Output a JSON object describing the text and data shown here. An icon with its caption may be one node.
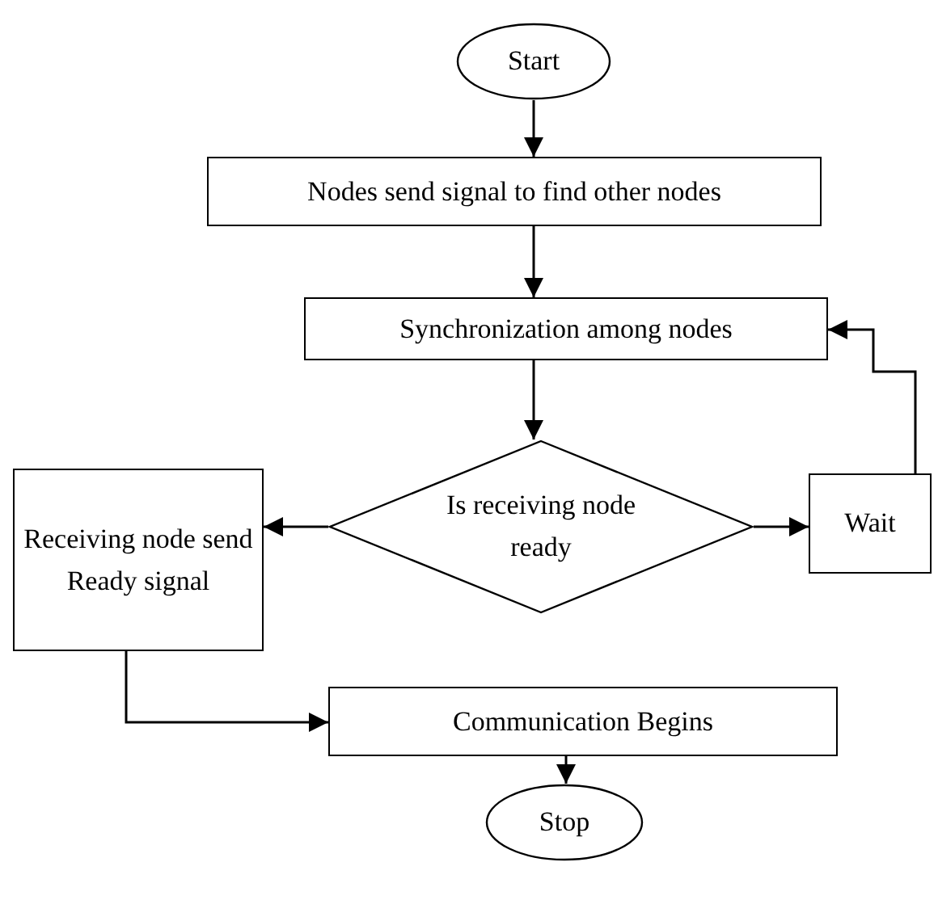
{
  "diagram": {
    "nodes": [
      {
        "text": [
          "Start"
        ]
      },
      {
        "text": [
          "Nodes send signal to find other nodes"
        ]
      },
      {
        "text": [
          "Synchronization among nodes"
        ]
      },
      {
        "text": [
          "Is receiving node ready"
        ]
      },
      {
        "text": [
          "Receiving node send Ready signal"
        ]
      },
      {
        "text": [
          "Wait"
        ]
      },
      {
        "text": [
          "Communication Begins"
        ]
      },
      {
        "text": [
          "Stop"
        ]
      }
    ],
    "edges": [
      {
        "from": 0,
        "to": 1,
        "arrow": "to"
      },
      {
        "from": 1,
        "to": 2,
        "arrow": "to"
      },
      {
        "from": 2,
        "to": 3,
        "arrow": "to"
      },
      {
        "from": 3,
        "to": 4,
        "arrow": "to"
      },
      {
        "from": 3,
        "to": 5,
        "arrow": "to"
      },
      {
        "from": 5,
        "to": 2,
        "arrow": "to"
      },
      {
        "from": 4,
        "to": 6,
        "arrow": "to"
      },
      {
        "from": 6,
        "to": 7,
        "arrow": "to"
      }
    ]
  }
}
